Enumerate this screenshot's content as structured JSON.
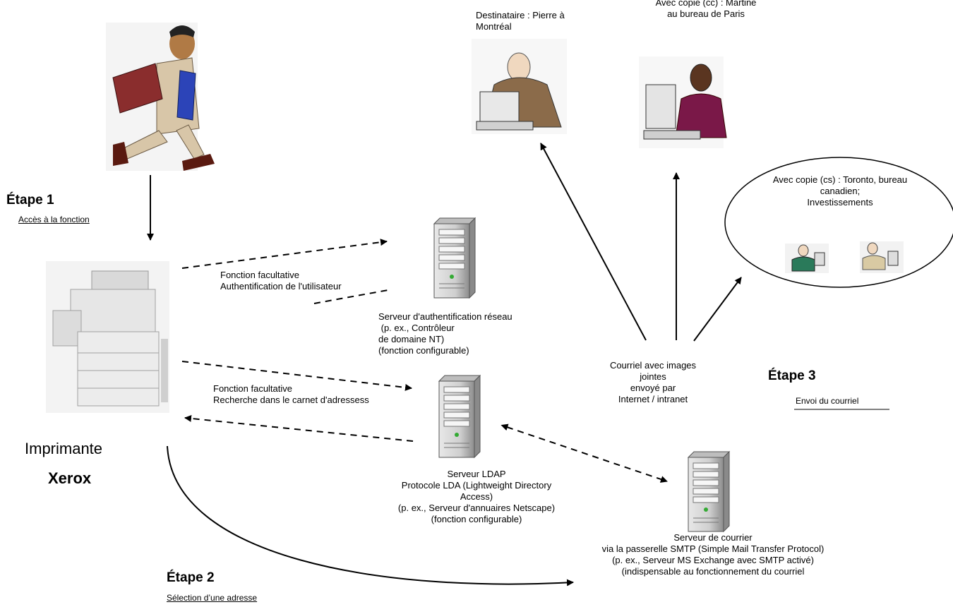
{
  "step1": {
    "title": "Étape 1",
    "subtitle": "Accès à la fonction"
  },
  "step2": {
    "title": "Étape 2",
    "subtitle": "Sélection d’une adresse"
  },
  "step3": {
    "title": "Étape 3",
    "subtitle": "Envoi du courriel"
  },
  "printer": {
    "line1": "Imprimante",
    "line2": "Xerox"
  },
  "recipient_to": {
    "line1": "Destinataire : Pierre à",
    "line2": "Montréal"
  },
  "recipient_cc": {
    "line1": "Avec copie (cc) : Martine",
    "line2": "au bureau de Paris"
  },
  "recipient_bcc": {
    "line1": "Avec copie (cs) : Toronto, bureau",
    "line2": "canadien;",
    "line3": "Investissements"
  },
  "auth_flow": {
    "line1": "Fonction facultative",
    "line2": "Authentification de l'utilisateur"
  },
  "lookup_flow": {
    "line1": "Fonction facultative",
    "line2": "Recherche dans le carnet d'adressess"
  },
  "auth_server": {
    "line1": "Serveur d'authentification réseau",
    "line2": " (p. ex., Contrôleur",
    "line3": "de domaine NT)",
    "line4": "(fonction configurable)"
  },
  "ldap_server": {
    "line1": "Serveur LDAP",
    "line2": "Protocole LDA (Lightweight Directory",
    "line3": "Access)",
    "line4": "(p. ex., Serveur d'annuaires Netscape)",
    "line5": "(fonction configurable)"
  },
  "email_flow": {
    "line1": "Courriel avec images",
    "line2": "jointes",
    "line3": "envoyé par",
    "line4": "Internet / intranet"
  },
  "mail_server": {
    "line1": "Serveur de courrier",
    "line2": "via la passerelle SMTP (Simple Mail Transfer Protocol)",
    "line3": "(p. ex., Serveur MS Exchange avec SMTP activé)",
    "line4": "(indispensable au fonctionnement du courriel"
  }
}
